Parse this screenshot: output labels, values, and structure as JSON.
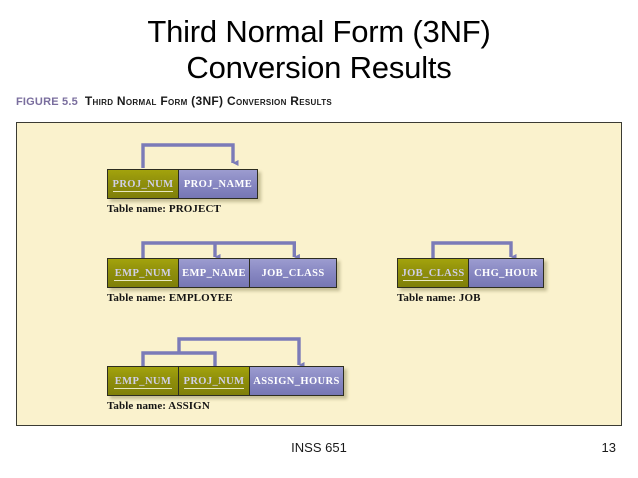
{
  "slide": {
    "title_line1": "Third Normal Form (3NF)",
    "title_line2": "Conversion Results"
  },
  "figure": {
    "number_label": "FIGURE 5.5",
    "caption": "Third Normal Form (3NF) Conversion Results",
    "panel_background": "#faf2cd",
    "pk_color": "#8f8f0b",
    "nonkey_color": "#8787c2",
    "arrow_color": "#7b7bb8"
  },
  "tables": [
    {
      "name_label": "Table name: PROJECT",
      "attributes": [
        {
          "label": "PROJ_NUM",
          "key": true
        },
        {
          "label": "PROJ_NAME",
          "key": false
        }
      ]
    },
    {
      "name_label": "Table name: EMPLOYEE",
      "attributes": [
        {
          "label": "EMP_NUM",
          "key": true
        },
        {
          "label": "EMP_NAME",
          "key": false
        },
        {
          "label": "JOB_CLASS",
          "key": false
        }
      ]
    },
    {
      "name_label": "Table name: JOB",
      "attributes": [
        {
          "label": "JOB_CLASS",
          "key": true
        },
        {
          "label": "CHG_HOUR",
          "key": false
        }
      ]
    },
    {
      "name_label": "Table name: ASSIGN",
      "attributes": [
        {
          "label": "EMP_NUM",
          "key": true
        },
        {
          "label": "PROJ_NUM",
          "key": true
        },
        {
          "label": "ASSIGN_HOURS",
          "key": false
        }
      ]
    }
  ],
  "footer": {
    "course": "INSS 651",
    "page_number": "13"
  }
}
